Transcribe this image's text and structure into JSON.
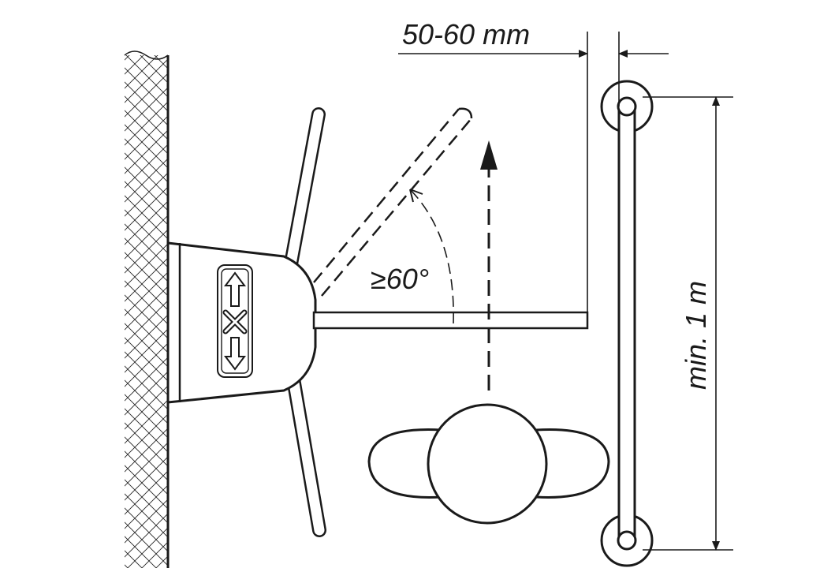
{
  "dimensions": {
    "gap_label": "50-60 mm",
    "angle_label": "≥60°",
    "passage_length_label": "min. 1 m"
  },
  "colors": {
    "ink": "#1a1a1a",
    "background": "#ffffff",
    "fill": "#ffffff"
  },
  "icons": {
    "direction_indicator": [
      "arrow-up-icon",
      "cross-icon",
      "arrow-down-icon"
    ]
  }
}
